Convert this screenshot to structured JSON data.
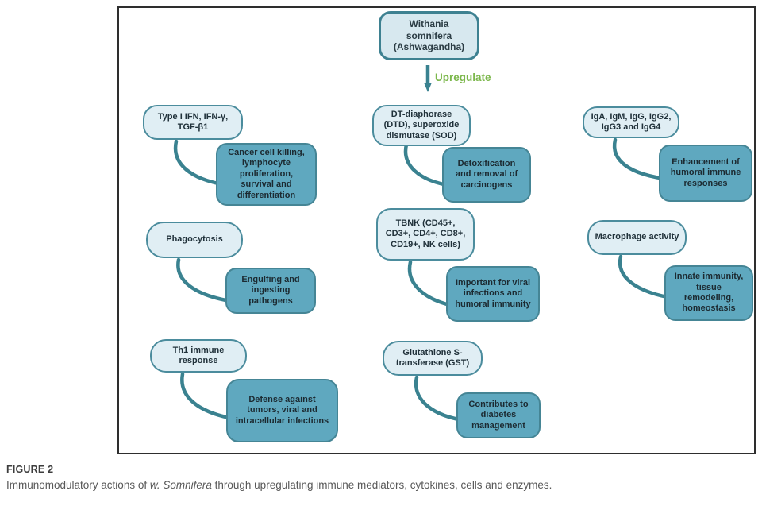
{
  "diagram": {
    "root_label": "Withania somnifera (Ashwagandha)",
    "upregulate_label": "Upregulate",
    "pairs": [
      {
        "source": "Type I IFN, IFN-γ, TGF-β1",
        "effect": "Cancer cell killing, lymphocyte proliferation, survival and differentiation"
      },
      {
        "source": "Phagocytosis",
        "effect": "Engulfing and ingesting pathogens"
      },
      {
        "source": "Th1 immune response",
        "effect": "Defense against tumors, viral and intracellular infections"
      },
      {
        "source": "DT-diaphorase (DTD), superoxide dismutase (SOD)",
        "effect": "Detoxification and removal of carcinogens"
      },
      {
        "source": "TBNK (CD45+, CD3+, CD4+, CD8+, CD19+, NK cells)",
        "effect": "Important for viral infections and humoral immunity"
      },
      {
        "source": "Glutathione S-transferase (GST)",
        "effect": "Contributes to diabetes management"
      },
      {
        "source": "IgA, IgM, IgG, IgG2, IgG3 and IgG4",
        "effect": "Enhancement of humoral immune responses"
      },
      {
        "source": "Macrophage activity",
        "effect": "Innate immunity, tissue remodeling, homeostasis"
      }
    ]
  },
  "caption": {
    "label": "FIGURE 2",
    "prefix": "Immunomodulatory actions of ",
    "italic": "w. Somnifera",
    "suffix": " through upregulating immune mediators, cytokines, cells and enzymes."
  },
  "colors": {
    "source_fill": "#e0eef4",
    "effect_fill": "#5fa8bf",
    "node_border": "#4b8c9d",
    "arrow": "#3a8290",
    "upregulate_green": "#7cb74c",
    "frame_border": "#2e2e2e"
  }
}
